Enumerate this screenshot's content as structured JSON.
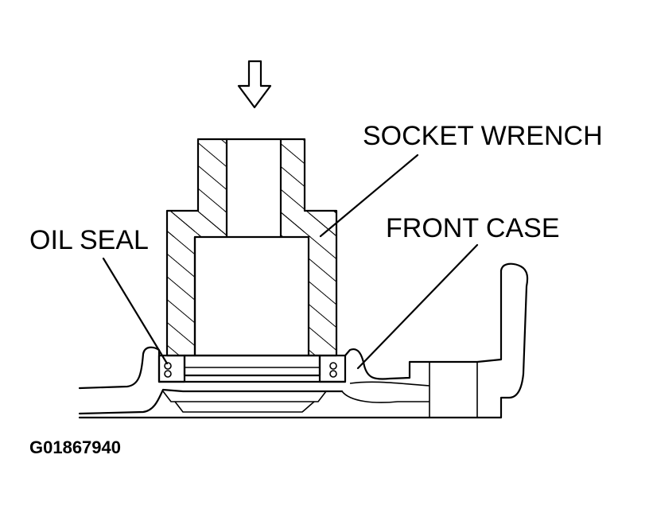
{
  "labels": {
    "socket_wrench": "SOCKET WRENCH",
    "front_case": "FRONT CASE",
    "oil_seal": "OIL SEAL",
    "figure_id": "G01867940"
  },
  "colors": {
    "line": "#000000",
    "background": "#ffffff"
  },
  "icons": {
    "press_direction": "down-arrow-icon"
  }
}
